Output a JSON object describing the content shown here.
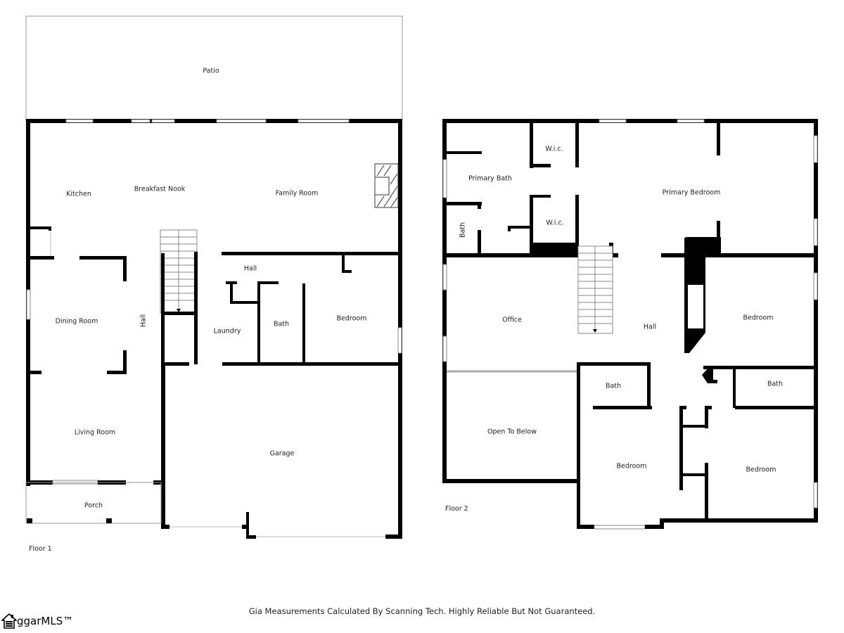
{
  "floor1": {
    "label": "Floor 1",
    "rooms": {
      "patio": "Patio",
      "kitchen": "Kitchen",
      "breakfast_nook": "Breakfast Nook",
      "family_room": "Family Room",
      "dining_room": "Dining Room",
      "hall_vertical": "Hall",
      "hall_upper": "Hall",
      "laundry": "Laundry",
      "bath": "Bath",
      "bedroom": "Bedroom",
      "living_room": "Living Room",
      "garage": "Garage",
      "porch": "Porch"
    }
  },
  "floor2": {
    "label": "Floor 2",
    "rooms": {
      "wic_top": "W.i.c.",
      "primary_bath": "Primary Bath",
      "primary_bedroom": "Primary Bedroom",
      "wic_bottom": "W.i.c.",
      "bath_small": "Bath",
      "office": "Office",
      "hall": "Hall",
      "bedroom_right": "Bedroom",
      "bath_center": "Bath",
      "bath_right": "Bath",
      "open_to_below": "Open To Below",
      "bedroom_center": "Bedroom",
      "bedroom_bottom_right": "Bedroom"
    }
  },
  "footer": {
    "disclaimer": "Gia Measurements Calculated By Scanning Tech. Highly Reliable But Not Guaranteed.",
    "logo_text": "ggarMLS™",
    "logo_icon": "house-icon"
  }
}
